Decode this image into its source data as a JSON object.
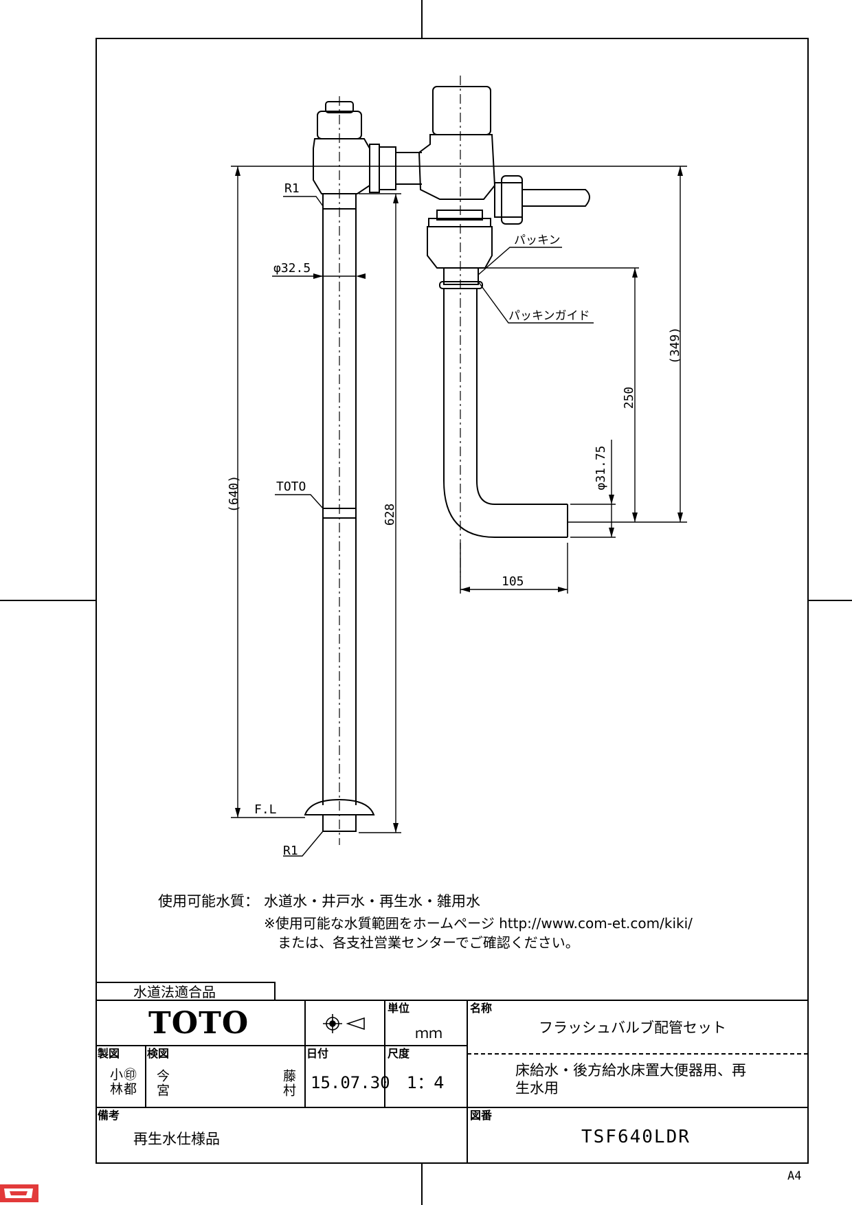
{
  "drawing": {
    "labels": {
      "r1_top": "R1",
      "r1_bottom": "R1",
      "phi_pipe": "φ32.5",
      "toto_mark": "TOTO",
      "packing": "パッキン",
      "packing_guide": "パッキンガイド",
      "fl": "F.L",
      "dim_640": "(640)",
      "dim_628": "628",
      "dim_349": "(349)",
      "dim_250": "250",
      "dim_phi3175": "φ31.75",
      "dim_105": "105"
    }
  },
  "notes": {
    "water_label": "使用可能水質：",
    "water_types": "水道水・井戸水・再生水・雑用水",
    "line2": "※使用可能な水質範囲をホームページ http://www.com-et.com/kiki/",
    "line3": "または、各支社営業センターでご確認ください。"
  },
  "title_block": {
    "certification": "水道法適合品",
    "brand": "TOTO",
    "unit_label": "単位",
    "unit_value": "ｍｍ",
    "name_label": "名称",
    "name_value": "フラッシュバルブ配管セット",
    "drawn_label": "製図",
    "drawn_by_a": "小林",
    "drawn_by_b": "㊞都",
    "checked_label": "検図",
    "checked_by_a": "今宮",
    "checked_by_b": "藤村",
    "date_label": "日付",
    "date_value": "15.07.30",
    "scale_label": "尺度",
    "scale_value": "1：4",
    "description_line1": "床給水・後方給水床置大便器用、再",
    "description_line2": "生水用",
    "remarks_label": "備考",
    "remarks_value": "再生水仕様品",
    "drawing_no_label": "図番",
    "drawing_no_value": "TSF640LDR"
  },
  "paper_size": "A4"
}
